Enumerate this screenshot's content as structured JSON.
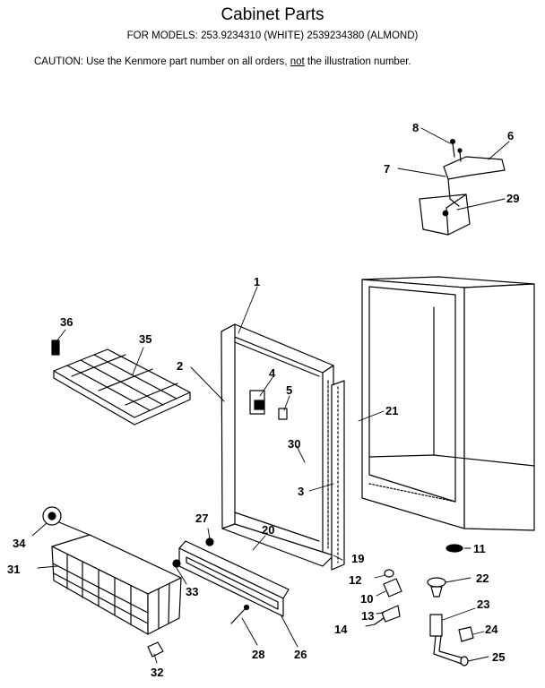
{
  "header": {
    "title": "Cabinet Parts",
    "models": "FOR MODELS: 253.9234310 (WHITE) 2539234380 (ALMOND)",
    "caution_prefix": "CAUTION:  Use the Kenmore part number on all orders, ",
    "caution_emphasis": "not",
    "caution_suffix": " the illustration number."
  },
  "callouts": {
    "c1": "1",
    "c2": "2",
    "c3": "3",
    "c4": "4",
    "c5": "5",
    "c6": "6",
    "c7": "7",
    "c8": "8",
    "c10": "10",
    "c11": "11",
    "c12": "12",
    "c13": "13",
    "c14": "14",
    "c19": "19",
    "c20": "20",
    "c21": "21",
    "c22": "22",
    "c23": "23",
    "c24": "24",
    "c25": "25",
    "c26": "26",
    "c27": "27",
    "c28": "28",
    "c29": "29",
    "c30": "30",
    "c31": "31",
    "c32": "32",
    "c33": "33",
    "c34": "34",
    "c35": "35",
    "c36": "36"
  }
}
